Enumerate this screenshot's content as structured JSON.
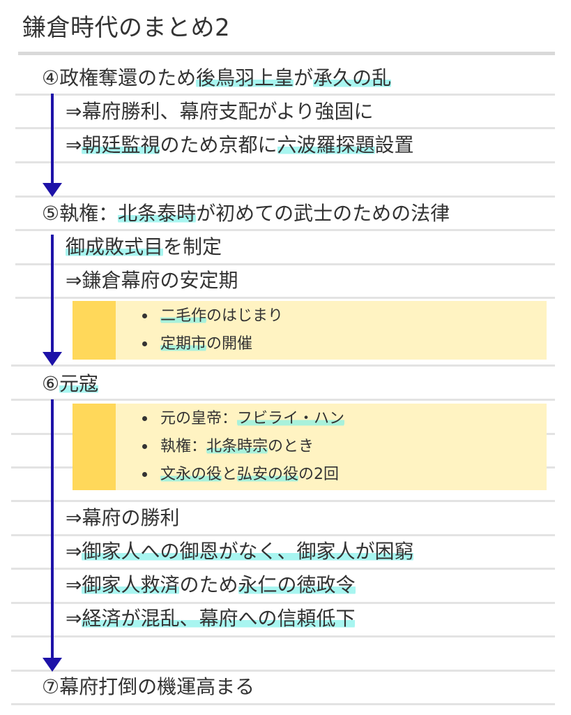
{
  "title": "鎌倉時代のまとめ2",
  "sec4": {
    "num": "④",
    "pre": "政権奪還のため",
    "hl1": "後鳥羽上皇",
    "mid": "が",
    "hl2": "承久の乱",
    "l2": "⇒幕府勝利、幕府支配がより強固に",
    "l3_pre": "⇒",
    "l3_hl1": "朝廷監視",
    "l3_mid": "のため京都に",
    "l3_hl2": "六波羅探題",
    "l3_post": "設置"
  },
  "sec5": {
    "num": "⑤",
    "pre": "執権：",
    "hl1": "北条泰時",
    "post": "が初めての武士のための法律",
    "l2_hl": "御成敗式目",
    "l2_post": "を制定",
    "l3": "⇒鎌倉幕府の安定期",
    "notes": [
      {
        "hl": "二毛作",
        "post": "のはじまり"
      },
      {
        "hl": "定期市",
        "post": "の開催"
      }
    ]
  },
  "sec6": {
    "num": "⑥",
    "hl": "元寇",
    "notes": [
      {
        "pre": "元の皇帝：",
        "hl": "フビライ・ハン"
      },
      {
        "pre": "執権：",
        "hl": "北条時宗",
        "post": "のとき"
      },
      {
        "hl1": "文永の役",
        "mid": "と",
        "hl2": "弘安の役",
        "post": "の2回"
      }
    ],
    "l1": "⇒幕府の勝利",
    "l2_pre": "⇒",
    "l2_hl": "御家人への御恩がなく、御家人が困窮",
    "l3_pre": "⇒",
    "l3_hl1": "御家人救済",
    "l3_mid": "のため",
    "l3_hl2": "永仁の徳政令",
    "l4_pre": "⇒",
    "l4_hl": "経済が混乱、幕府への信頼低下"
  },
  "sec7": {
    "text": "⑦幕府打倒の機運高まる"
  },
  "colors": {
    "highlight": "#7af0e8",
    "note_bg": "#fff3c2",
    "note_bar": "#ffd85a",
    "arrow": "#1d12a8"
  }
}
